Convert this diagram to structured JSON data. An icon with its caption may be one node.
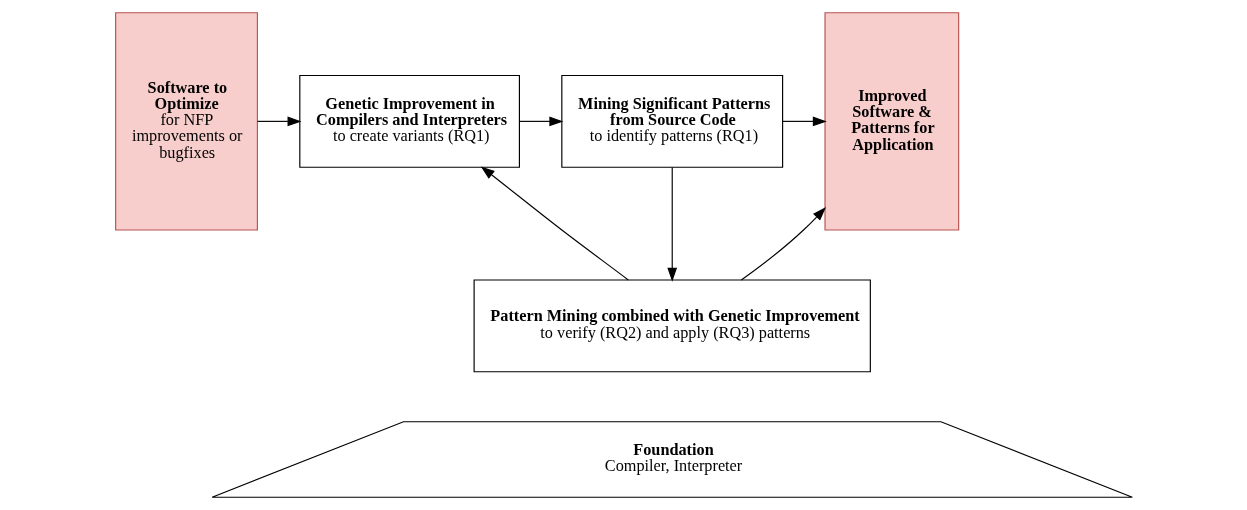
{
  "diagram": {
    "nodes": [
      {
        "text": [
          "Software to Optimize",
          "for NFP improvements or bugfixes"
        ]
      },
      {
        "text": [
          "Genetic Improvement in Compilers and Interpreters",
          "to create variants (RQ1)"
        ]
      },
      {
        "text": [
          "Mining Significant Patterns from Source Code",
          "to identify patterns (RQ1)"
        ]
      },
      {
        "text": [
          "Improved Software & Patterns for Application"
        ]
      },
      {
        "text": [
          "Pattern Mining combined with Genetic Improvement",
          "to verify (RQ2) and apply (RQ3) patterns"
        ]
      },
      {
        "text": [
          "Foundation",
          "Compiler, Interpreter"
        ]
      }
    ],
    "edges": [
      {
        "from": 0,
        "to": 1,
        "arrow": "to"
      },
      {
        "from": 1,
        "to": 2,
        "arrow": "to"
      },
      {
        "from": 2,
        "to": 3,
        "arrow": "to"
      },
      {
        "from": 2,
        "to": 4,
        "arrow": "to"
      },
      {
        "from": 4,
        "to": 1,
        "arrow": "to"
      },
      {
        "from": 4,
        "to": 3,
        "arrow": "to"
      }
    ]
  }
}
